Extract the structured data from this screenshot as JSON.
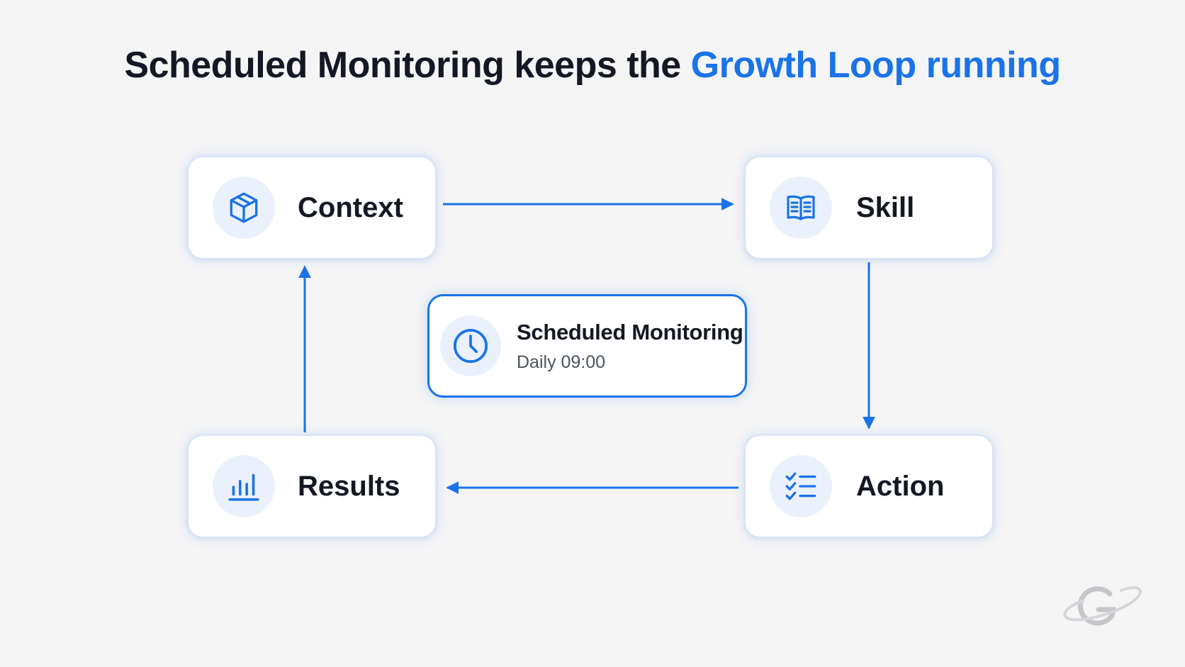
{
  "title": {
    "prefix": "Scheduled Monitoring keeps the",
    "highlight": "Growth Loop running"
  },
  "nodes": {
    "context": {
      "label": "Context",
      "icon": "cube-icon"
    },
    "skill": {
      "label": "Skill",
      "icon": "open-book-icon"
    },
    "action": {
      "label": "Action",
      "icon": "checklist-icon"
    },
    "results": {
      "label": "Results",
      "icon": "bar-chart-icon"
    }
  },
  "monitoring": {
    "title": "Scheduled Monitoring",
    "schedule": "Daily 09:00",
    "icon": "clock-icon"
  },
  "flow": [
    "Context",
    "Skill",
    "Action",
    "Results",
    "Context"
  ],
  "colors": {
    "accent": "#1a73e8",
    "text": "#141824",
    "icon_bg": "#eaf1fc",
    "background": "#f5f5f6"
  },
  "watermark_icon": "g-orbit-logo"
}
